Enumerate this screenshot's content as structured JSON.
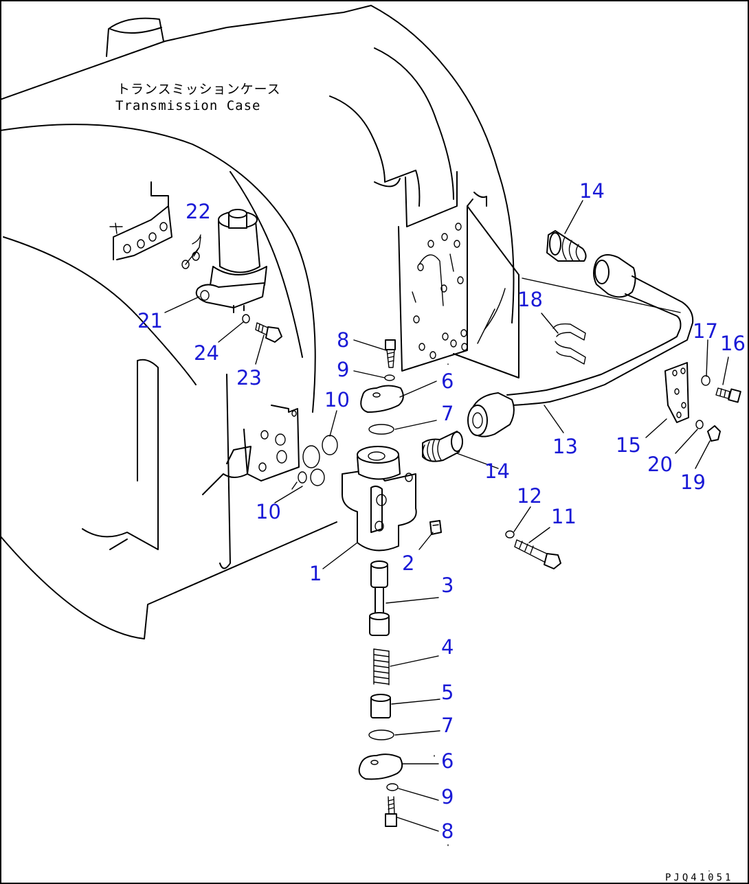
{
  "labels": {
    "case_jp": "トランスミッションケース",
    "case_en": "Transmission Case",
    "drawing_code": "PJQ41051"
  },
  "callouts": [
    "1",
    "2",
    "3",
    "4",
    "5",
    "6",
    "7",
    "8",
    "9",
    "10",
    "11",
    "12",
    "13",
    "14",
    "15",
    "16",
    "17",
    "18",
    "19",
    "20",
    "21",
    "22",
    "23",
    "24"
  ],
  "colors": {
    "callout": "#1a1ad6",
    "line": "#000000",
    "background": "#ffffff"
  }
}
